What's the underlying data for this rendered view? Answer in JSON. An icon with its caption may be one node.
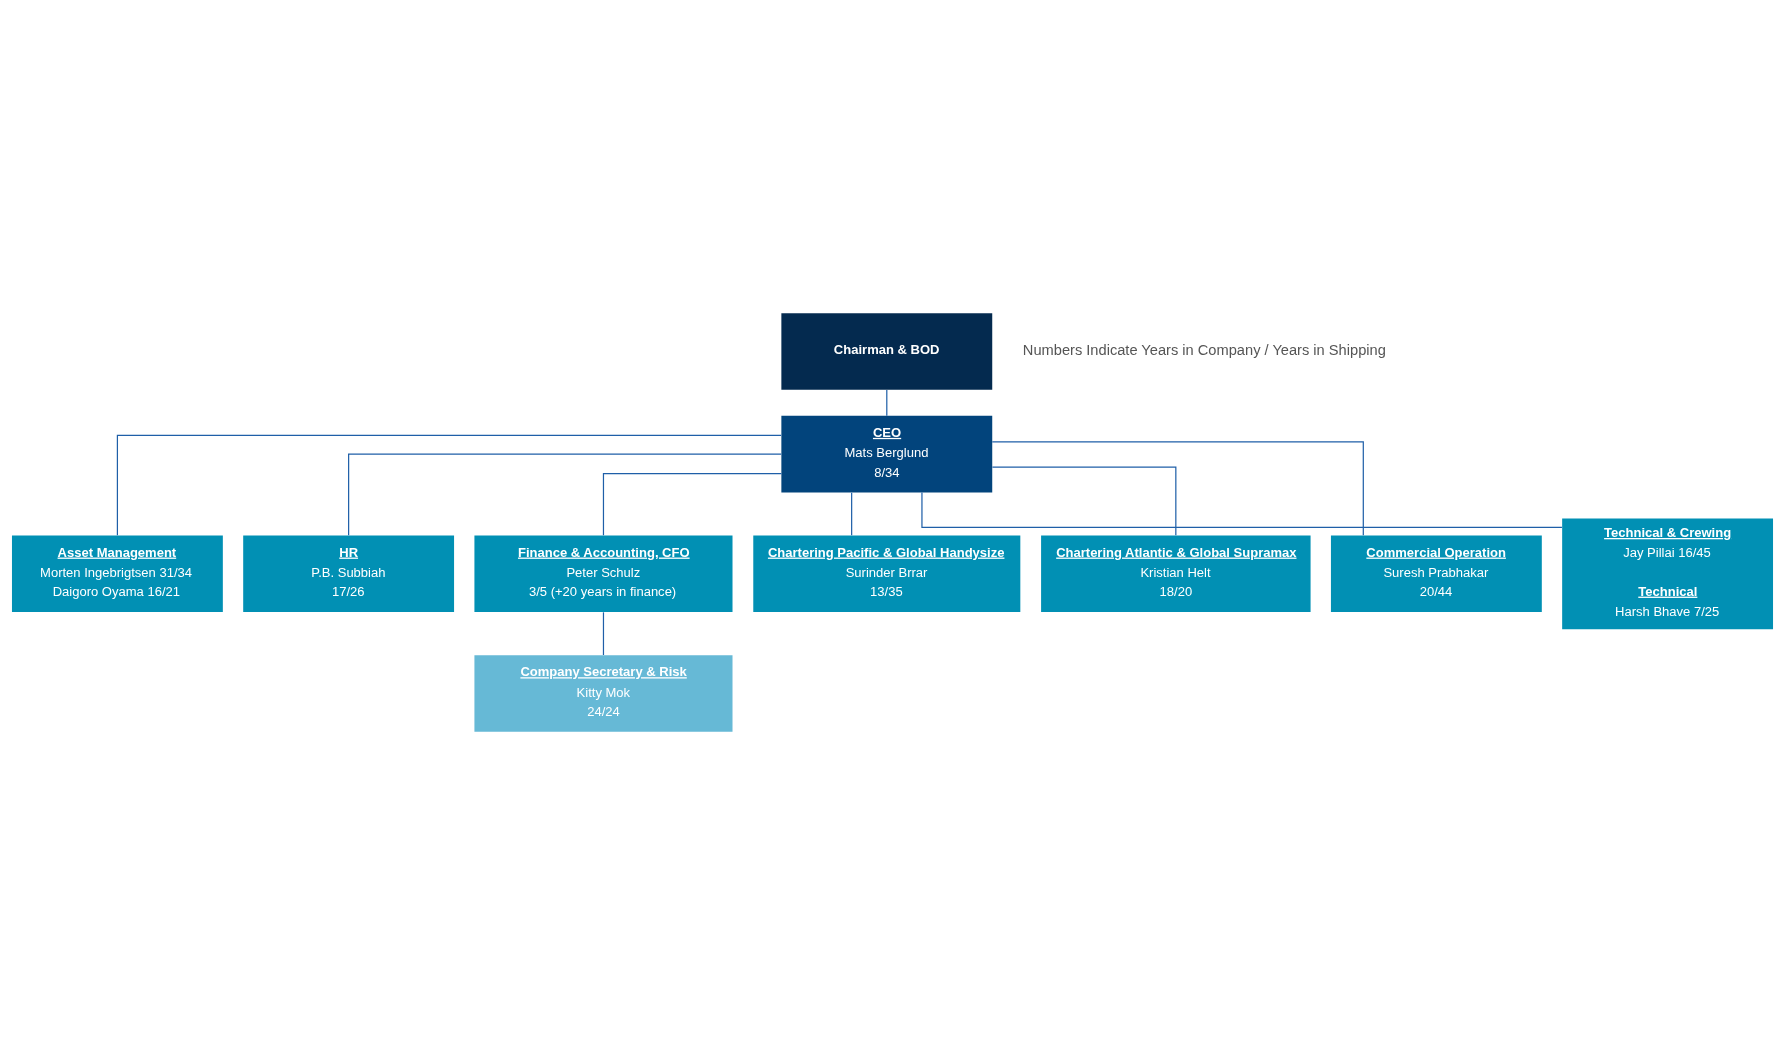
{
  "diagram": {
    "nodes": [
      {
        "text": [
          "Chairman & BOD"
        ]
      },
      {
        "text": [
          "CEO",
          "Mats Berglund",
          "8/34"
        ]
      },
      {
        "text": [
          "Asset Management",
          "Morten Ingebrigtsen 31/34",
          "Daigoro Oyama 16/21"
        ]
      },
      {
        "text": [
          "HR",
          "P.B. Subbiah",
          "17/26"
        ]
      },
      {
        "text": [
          "Finance & Accounting, CFO",
          "Peter Schulz",
          "3/5 (+20 years in finance)"
        ]
      },
      {
        "text": [
          "Company Secretary & Risk",
          "Kitty Mok",
          "24/24"
        ]
      },
      {
        "text": [
          "Chartering Pacific & Global Handysize",
          "Surinder Brrar",
          "13/35"
        ]
      },
      {
        "text": [
          "Chartering Atlantic & Global Supramax",
          "Kristian Helt",
          "18/20"
        ]
      },
      {
        "text": [
          "Commercial Operation",
          "Suresh Prabhakar",
          "20/44"
        ]
      },
      {
        "text": [
          "Technical & Crewing",
          "Jay Pillai 16/45",
          "Technical",
          "Harsh Bhave 7/25"
        ]
      }
    ],
    "edges": [
      {
        "from": 0,
        "to": 1,
        "arrow": "none"
      },
      {
        "from": 1,
        "to": 2,
        "arrow": "none"
      },
      {
        "from": 1,
        "to": 3,
        "arrow": "none"
      },
      {
        "from": 1,
        "to": 4,
        "arrow": "none"
      },
      {
        "from": 4,
        "to": 5,
        "arrow": "none"
      },
      {
        "from": 1,
        "to": 6,
        "arrow": "none"
      },
      {
        "from": 1,
        "to": 7,
        "arrow": "none"
      },
      {
        "from": 1,
        "to": 8,
        "arrow": "none"
      },
      {
        "from": 1,
        "to": 9,
        "arrow": "none"
      }
    ],
    "labels": [
      "Numbers Indicate Years in Company / Years in Shipping"
    ]
  }
}
